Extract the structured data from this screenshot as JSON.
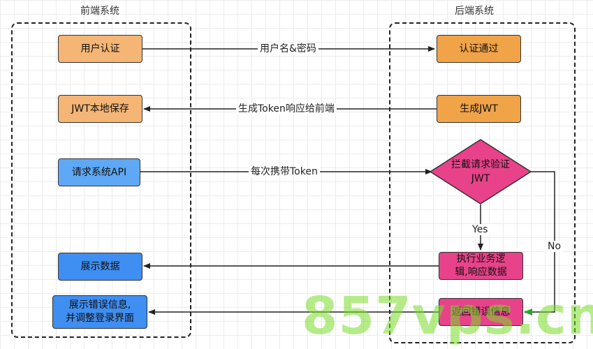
{
  "frontend": {
    "title": "前端系统",
    "user_auth": "用户认证",
    "jwt_local_save": "JWT本地保存",
    "request_api": "请求系统API",
    "show_data": "展示数据",
    "show_error": "展示错误信息,\n并调整登录界面"
  },
  "backend": {
    "title": "后端系统",
    "auth_pass": "认证通过",
    "gen_jwt": "生成JWT",
    "intercept_verify": "拦截请求验证\nJWT",
    "exec_logic": "执行业务逻\n辑,响应数据",
    "return_error": "返回错误信息"
  },
  "edges": {
    "username_password": "用户名&密码",
    "gen_token_respond": "生成Token响应给前端",
    "carry_token": "每次携带Token",
    "yes": "Yes",
    "no": "No"
  },
  "watermark": "857vps.cn",
  "colors": {
    "orange_light": "#f5b575",
    "orange": "#f0a347",
    "blue": "#5ea8f5",
    "blue_dark": "#3f8ef2",
    "pink": "#e8428a",
    "green_arrow": "#22aa22"
  }
}
